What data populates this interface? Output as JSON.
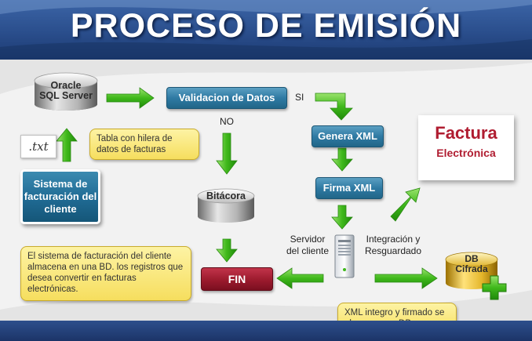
{
  "header": {
    "title": "PROCESO DE EMISIÓN"
  },
  "nodes": {
    "oracle_line1": "Oracle",
    "oracle_line2": "SQL Server",
    "validacion": "Validacion de Datos",
    "si": "SI",
    "no": "NO",
    "genera_xml": "Genera XML",
    "firma_xml": "Firma XML",
    "bitacora": "Bitácora",
    "fin": "FIN",
    "txt_file": ".txt",
    "sistema": "Sistema de facturación del cliente",
    "factura_line1": "Factura",
    "factura_line2": "Electrónica",
    "servidor": "Servidor del cliente",
    "integracion": "Integración y Resguardado",
    "db_line1": "DB",
    "db_line2": "Cifrada"
  },
  "notes": {
    "tabla": "Tabla con hilera de datos de facturas",
    "sistema": "El sistema de facturación del cliente almacena en una BD. los registros que desea convertir en facturas electrónicas.",
    "xml": "XML integro y firmado se almacena en DB."
  },
  "colors": {
    "arrow_green": "#3fb81b",
    "process_teal": "#2f7aa3",
    "fin_red": "#9b1a2d",
    "header_blue": "#2a4e8c",
    "note_yellow": "#f6de5e"
  }
}
